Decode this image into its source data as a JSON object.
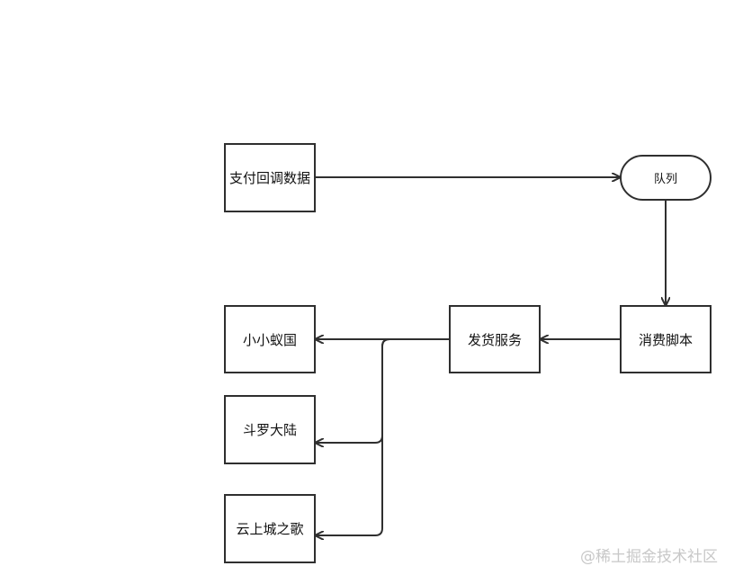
{
  "diagram": {
    "nodes": {
      "pay_callback": "支付回调数据",
      "queue": "队列",
      "consumer_script": "消费脚本",
      "shipping_service": "发货服务",
      "game_a": "小小蚁国",
      "game_b": "斗罗大陆",
      "game_c": "云上城之歌"
    },
    "edges": [
      {
        "from": "pay_callback",
        "to": "queue"
      },
      {
        "from": "queue",
        "to": "consumer_script"
      },
      {
        "from": "consumer_script",
        "to": "shipping_service"
      },
      {
        "from": "shipping_service",
        "to": "game_a"
      },
      {
        "from": "shipping_service",
        "to": "game_b"
      },
      {
        "from": "shipping_service",
        "to": "game_c"
      }
    ]
  },
  "watermark": "@稀土掘金技术社区",
  "colors": {
    "stroke": "#2f2f2f",
    "background": "#ffffff",
    "watermark": "#c8c8c8"
  }
}
